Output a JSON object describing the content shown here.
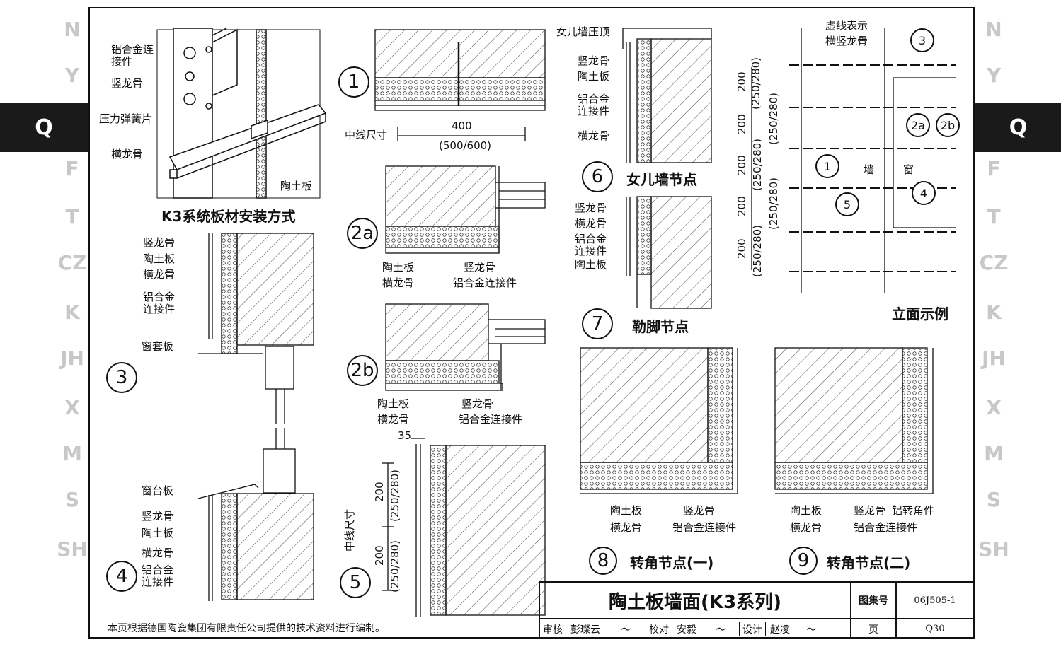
{
  "side_left": [
    "N",
    "Y",
    "F",
    "T",
    "CZ",
    "K",
    "JH",
    "X",
    "M",
    "S",
    "SH"
  ],
  "side_right": [
    "N",
    "Y",
    "F",
    "T",
    "CZ",
    "K",
    "JH",
    "X",
    "M",
    "S",
    "SH"
  ],
  "tab": "Q",
  "labels": {
    "k3_connector": "铝合金连接件",
    "k3_vertical": "竖龙骨",
    "k3_spring": "压力弹簧片",
    "k3_horizontal": "横龙骨",
    "k3_tile": "陶土板",
    "k3_title": "K3系统板材安装方式",
    "d3_vertical": "竖龙骨",
    "d3_tile": "陶土板",
    "d3_horizontal": "横龙骨",
    "d3_connector": "铝合金连接件",
    "d3_jamb": "窗套板",
    "d4_sill": "窗台板",
    "d4_vertical": "竖龙骨",
    "d4_tile": "陶土板",
    "d4_horizontal": "横龙骨",
    "d4_connector": "铝合金连接件",
    "d1_centerline": "中线尺寸",
    "d1_dim": "400",
    "d1_dim_alt": "(500/600)",
    "d2a_tile": "陶土板",
    "d2a_horizontal": "横龙骨",
    "d2a_vertical": "竖龙骨",
    "d2a_connector": "铝合金连接件",
    "d2b_tile": "陶土板",
    "d2b_horizontal": "横龙骨",
    "d2b_vertical": "竖龙骨",
    "d2b_connector": "铝合金连接件",
    "d5_gap": "35",
    "d5_centerline": "中线尺寸",
    "d5_dim1": "200",
    "d5_dim1_alt": "(250/280)",
    "d5_dim2": "200",
    "d5_dim2_alt": "(250/280)",
    "d6_coping": "女儿墙压顶",
    "d6_vertical": "竖龙骨",
    "d6_tile": "陶土板",
    "d6_connector": "铝合金连接件",
    "d6_horizontal": "横龙骨",
    "d6_title": "女儿墙节点",
    "d7_vertical": "竖龙骨",
    "d7_horizontal": "横龙骨",
    "d7_connector": "铝合金连接件",
    "d7_tile": "陶土板",
    "d7_title": "勒脚节点",
    "elev_dashed": "虚线表示",
    "elev_dashed2": "横竖龙骨",
    "elev_wall": "墙",
    "elev_window": "窗",
    "elev_title": "立面示例",
    "elev_dim": "200",
    "elev_dim_alt": "(250/280)",
    "d8_tile": "陶土板",
    "d8_horizontal": "横龙骨",
    "d8_vertical": "竖龙骨",
    "d8_connector": "铝合金连接件",
    "d8_title": "转角节点(一)",
    "d9_tile": "陶土板",
    "d9_horizontal": "横龙骨",
    "d9_vertical": "竖龙骨",
    "d9_corner": "铝转角件",
    "d9_connector": "铝合金连接件",
    "d9_title": "转角节点(二)"
  },
  "circles": {
    "c1": "1",
    "c2a": "2a",
    "c2b": "2b",
    "c3": "3",
    "c4": "4",
    "c5": "5",
    "c6": "6",
    "c7": "7",
    "c8": "8",
    "c9": "9"
  },
  "elev_markers": [
    "3",
    "2a",
    "2b",
    "1",
    "4",
    "5"
  ],
  "title_block": {
    "title": "陶土板墙面(K3系列)",
    "atlas_label": "图集号",
    "atlas_no": "06J505-1",
    "review_label": "审核",
    "reviewer": "彭璨云",
    "check_label": "校对",
    "checker": "安毅",
    "design_label": "设计",
    "designer": "赵凌",
    "page_label": "页",
    "page_no": "Q30"
  },
  "note": "本页根据德国陶瓷集团有限责任公司提供的技术资料进行编制。"
}
